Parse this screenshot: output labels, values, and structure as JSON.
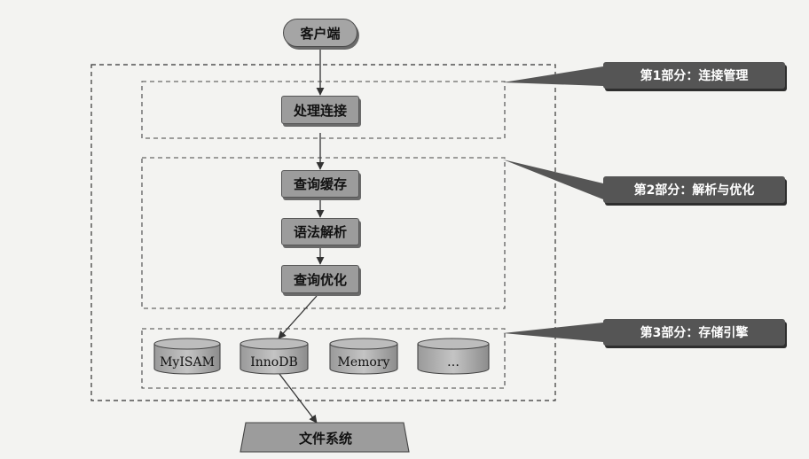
{
  "client": "客户端",
  "sections": [
    {
      "callout": "第1部分：连接管理",
      "nodes": [
        "处理连接"
      ]
    },
    {
      "callout": "第2部分：解析与优化",
      "nodes": [
        "查询缓存",
        "语法解析",
        "查询优化"
      ]
    },
    {
      "callout": "第3部分：存储引擎",
      "engines": [
        "MyISAM",
        "InnoDB",
        "Memory",
        "…"
      ]
    }
  ],
  "filesystem": "文件系统",
  "colors": {
    "node_fill": "#9c9c9c",
    "callout_fill": "#555555",
    "line": "#333333",
    "background": "#f3f3f1"
  }
}
